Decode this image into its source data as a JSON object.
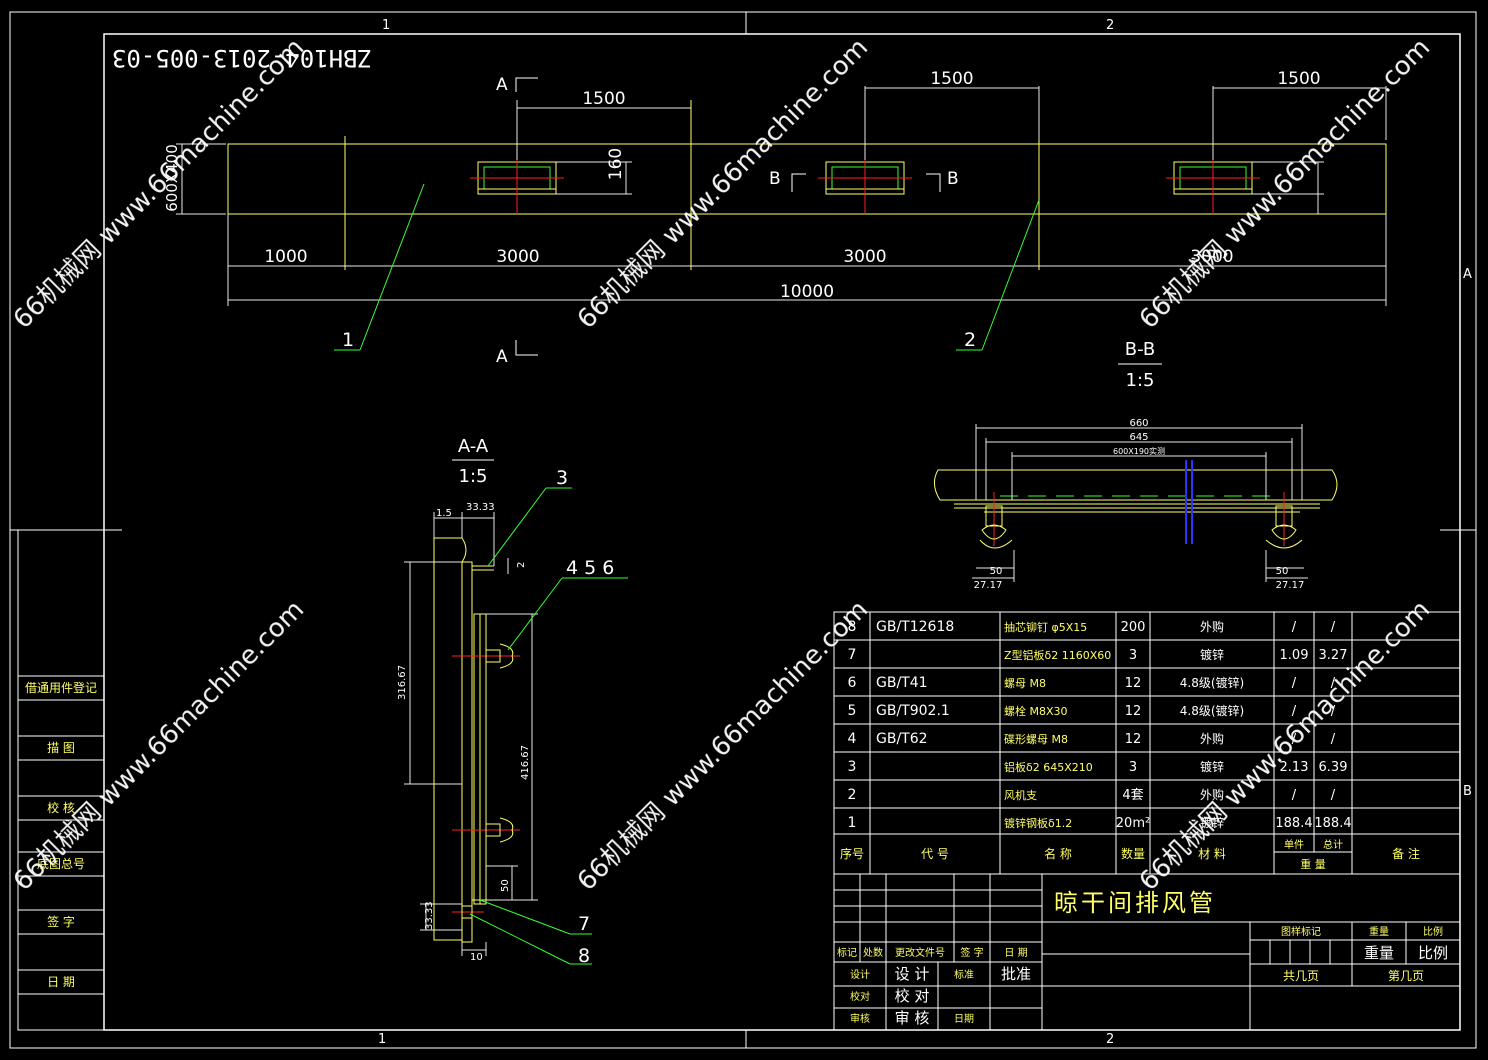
{
  "colors": {
    "bg": "#000000",
    "frame": "#ffffff",
    "yellow": "#ffff66",
    "green": "#33ff33",
    "dim": "#e8e8e8",
    "red": "#ff2020",
    "blue": "#3030ff",
    "watermark": "#ffffff"
  },
  "frame": {
    "zone_1": "1",
    "zone_2": "2",
    "zone_a": "A",
    "zone_b": "B"
  },
  "drawing_number": "ZBH104-2013-005-03",
  "plan": {
    "dims": {
      "d1500a": "1500",
      "d1500b": "1500",
      "d1500c": "1500",
      "d160": "160",
      "d600x400": "600X400",
      "d1000": "1000",
      "d3000a": "3000",
      "d3000b": "3000",
      "d3000c": "3000",
      "d10000": "10000"
    },
    "section_a_top": "A",
    "section_a_bottom": "A",
    "section_b_left": "B",
    "section_b_right": "B",
    "balloon_1": "1",
    "balloon_2": "2"
  },
  "section_bb": {
    "title": "B-B",
    "scale": "1:5",
    "d660": "660",
    "d645": "645",
    "d600x190": "600X190实测",
    "d50a": "50",
    "d2717a": "27.17",
    "d50b": "50",
    "d2717b": "27.17"
  },
  "section_aa": {
    "title": "A-A",
    "scale": "1:5",
    "d15": "1.5",
    "d3333a": "33.33",
    "d2": "2",
    "d31667": "316.67",
    "d41667": "416.67",
    "d50": "50",
    "d3333b": "33.33",
    "d10": "10",
    "balloon_3": "3",
    "balloon_456": "4 5 6",
    "balloon_7": "7",
    "balloon_8": "8"
  },
  "side_panel": [
    "借通用件登记",
    "描 图",
    "校 核",
    "底图总号",
    "签 字",
    "日 期"
  ],
  "bom": {
    "rows": [
      {
        "no": "8",
        "code": "GB/T12618",
        "name": "抽芯铆钉 φ5X15",
        "qty": "200",
        "material": "外购",
        "unit": "/",
        "total": "/"
      },
      {
        "no": "7",
        "code": "",
        "name": "Z型铝板δ2 1160X60",
        "qty": "3",
        "material": "镀锌",
        "unit": "1.09",
        "total": "3.27"
      },
      {
        "no": "6",
        "code": "GB/T41",
        "name": "螺母 M8",
        "qty": "12",
        "material": "4.8级(镀锌)",
        "unit": "/",
        "total": "/"
      },
      {
        "no": "5",
        "code": "GB/T902.1",
        "name": "螺栓 M8X30",
        "qty": "12",
        "material": "4.8级(镀锌)",
        "unit": "/",
        "total": "/"
      },
      {
        "no": "4",
        "code": "GB/T62",
        "name": "碟形螺母 M8",
        "qty": "12",
        "material": "外购",
        "unit": "/",
        "total": "/"
      },
      {
        "no": "3",
        "code": "",
        "name": "铝板δ2 645X210",
        "qty": "3",
        "material": "镀锌",
        "unit": "2.13",
        "total": "6.39"
      },
      {
        "no": "2",
        "code": "",
        "name": "风机支",
        "qty": "4套",
        "material": "外购",
        "unit": "/",
        "total": "/"
      },
      {
        "no": "1",
        "code": "",
        "name": "镀锌钢板δ1.2",
        "qty": "20m²",
        "material": "镀锌",
        "unit": "188.4",
        "total": "188.4"
      }
    ],
    "header": {
      "no": "序号",
      "code": "代 号",
      "name": "名 称",
      "qty": "数量",
      "material": "材 料",
      "unit": "单件",
      "total": "总计",
      "weight": "重 量",
      "remark": "备 注"
    }
  },
  "title_block": {
    "title": "晾干间排风管",
    "mark": "标记",
    "count": "处数",
    "change_doc": "更改文件号",
    "sign": "签 字",
    "date": "日 期",
    "design": "设计",
    "design_l": "设 计",
    "check": "校对",
    "check_l": "校 对",
    "review": "审核",
    "review_l": "审 核",
    "std": "标准",
    "approve": "批准",
    "date2": "日期",
    "stage": "图样标记",
    "weight": "重量",
    "scale": "比例",
    "weight2": "重量",
    "scale2": "比例",
    "sheet": "共几页",
    "sheet2": "第几页"
  },
  "watermarks": [
    "66机械网 www.66machine.com",
    "66机械网 www.66machine.com",
    "66机械网 www.66machine.com",
    "66机械网 www.66machine.com",
    "66机械网 www.66machine.com",
    "66机械网 www.66machine.com"
  ]
}
